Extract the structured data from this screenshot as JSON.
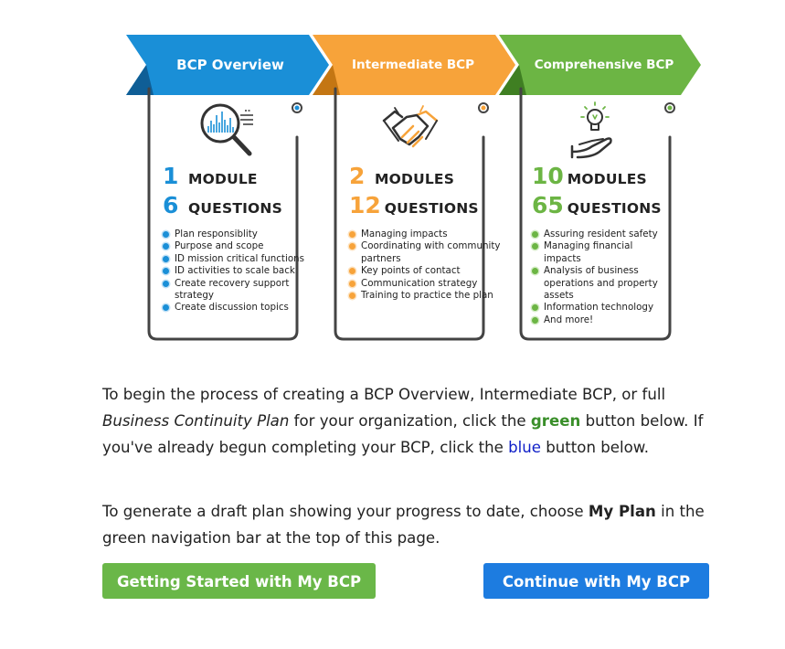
{
  "tiers": [
    {
      "label": "BCP Overview",
      "color": "#1a8fd7",
      "modules_num": "1",
      "modules_word": "MODULE",
      "questions_num": "6",
      "questions_word": "QUESTIONS",
      "icon": "magnifier-chart-icon",
      "items": [
        "Plan responsiblity",
        "Purpose and scope",
        "ID mission critical functions",
        "ID activities to scale back",
        "Create recovery support strategy",
        "Create discussion topics"
      ]
    },
    {
      "label": "Intermediate BCP",
      "color": "#f7a33a",
      "modules_num": "2",
      "modules_word": "MODULES",
      "questions_num": "12",
      "questions_word": "QUESTIONS",
      "icon": "handshake-icon",
      "items": [
        "Managing impacts",
        "Coordinating with community partners",
        "Key points of contact",
        "Communication strategy",
        "Training to practice the plan"
      ]
    },
    {
      "label": "Comprehensive BCP",
      "color": "#6cb544",
      "modules_num": "10",
      "modules_word": "MODULES",
      "questions_num": "65",
      "questions_word": "QUESTIONS",
      "icon": "hand-lightbulb-icon",
      "items": [
        "Assuring resident safety",
        "Managing financial impacts",
        "Analysis of business operations and property assets",
        "Information technology",
        "And more!"
      ]
    }
  ],
  "intro": {
    "p1_a": "To begin the process of creating a BCP Overview, Intermediate BCP, or full ",
    "p1_em": "Business Continuity Plan",
    "p1_b": " for your organization, click the ",
    "p1_green": "green",
    "p1_c": " button below. If you've already begun completing your BCP, click the ",
    "p1_blue": "blue",
    "p1_d": " button below.",
    "p2_a": "To generate a draft plan showing your progress to date, choose ",
    "p2_bold": "My Plan",
    "p2_b": " in the green navigation bar at the top of this page."
  },
  "buttons": {
    "start_label": "Getting Started with My BCP",
    "continue_label": "Continue with My BCP"
  }
}
